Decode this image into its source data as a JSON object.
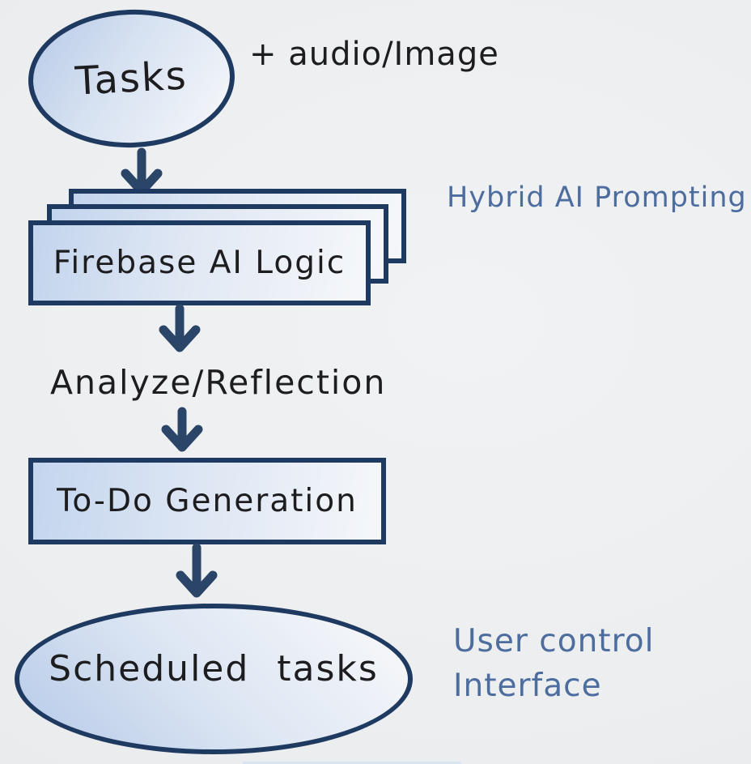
{
  "diagram": {
    "type": "flowchart",
    "style": "hand-drawn",
    "nodes": {
      "tasks": {
        "label": "Tasks",
        "shape": "ellipse"
      },
      "firebase": {
        "label": "Firebase AI Logic",
        "shape": "stacked-rectangles",
        "stack_count": 3
      },
      "analyze": {
        "label": "Analyze/Reflection",
        "shape": "text-only"
      },
      "todo": {
        "label": "To-Do Generation",
        "shape": "rectangle"
      },
      "scheduled": {
        "label": "Scheduled tasks",
        "shape": "ellipse"
      }
    },
    "edges": [
      {
        "from": "tasks",
        "to": "firebase",
        "type": "arrow-down"
      },
      {
        "from": "firebase",
        "to": "analyze",
        "type": "arrow-down"
      },
      {
        "from": "analyze",
        "to": "todo",
        "type": "arrow-down"
      },
      {
        "from": "todo",
        "to": "scheduled",
        "type": "arrow-down"
      }
    ],
    "annotations": {
      "audio_image": {
        "text": "+ audio/Image",
        "attached_to": "tasks",
        "ink": "black"
      },
      "hybrid_prompting": {
        "text": "Hybrid AI Prompting",
        "attached_to": "firebase",
        "ink": "blue"
      },
      "user_control": {
        "line1": "User control",
        "line2": "Interface",
        "attached_to": "scheduled",
        "ink": "blue"
      }
    },
    "colors": {
      "outline_navy": "#1f3a61",
      "arrow_navy": "#2b4569",
      "fill_blue": "#bccfeb",
      "fill_light": "#f5f7fa",
      "ink_black": "#1d1d1f",
      "ink_blue": "#4d6d9f",
      "background": "#eceef0"
    }
  }
}
